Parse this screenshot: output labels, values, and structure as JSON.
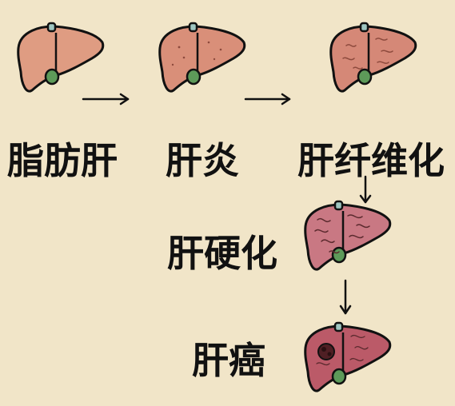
{
  "stages": [
    {
      "id": "fatty-liver",
      "label": "脂肪肝"
    },
    {
      "id": "hepatitis",
      "label": "肝炎"
    },
    {
      "id": "liver-fibrosis",
      "label": "肝纤维化"
    },
    {
      "id": "cirrhosis",
      "label": "肝硬化"
    },
    {
      "id": "liver-cancer",
      "label": "肝癌"
    }
  ],
  "colors": {
    "background": "#f1e5c8",
    "liver_healthy": "#df9c82",
    "liver_hepatitis": "#d98f79",
    "liver_fibrosis": "#d58877",
    "liver_cirrhosis": "#c97883",
    "liver_cancer": "#bb5a68",
    "gallbladder": "#5d9a59",
    "vessel": "#9fc6c1",
    "outline": "#111111"
  }
}
